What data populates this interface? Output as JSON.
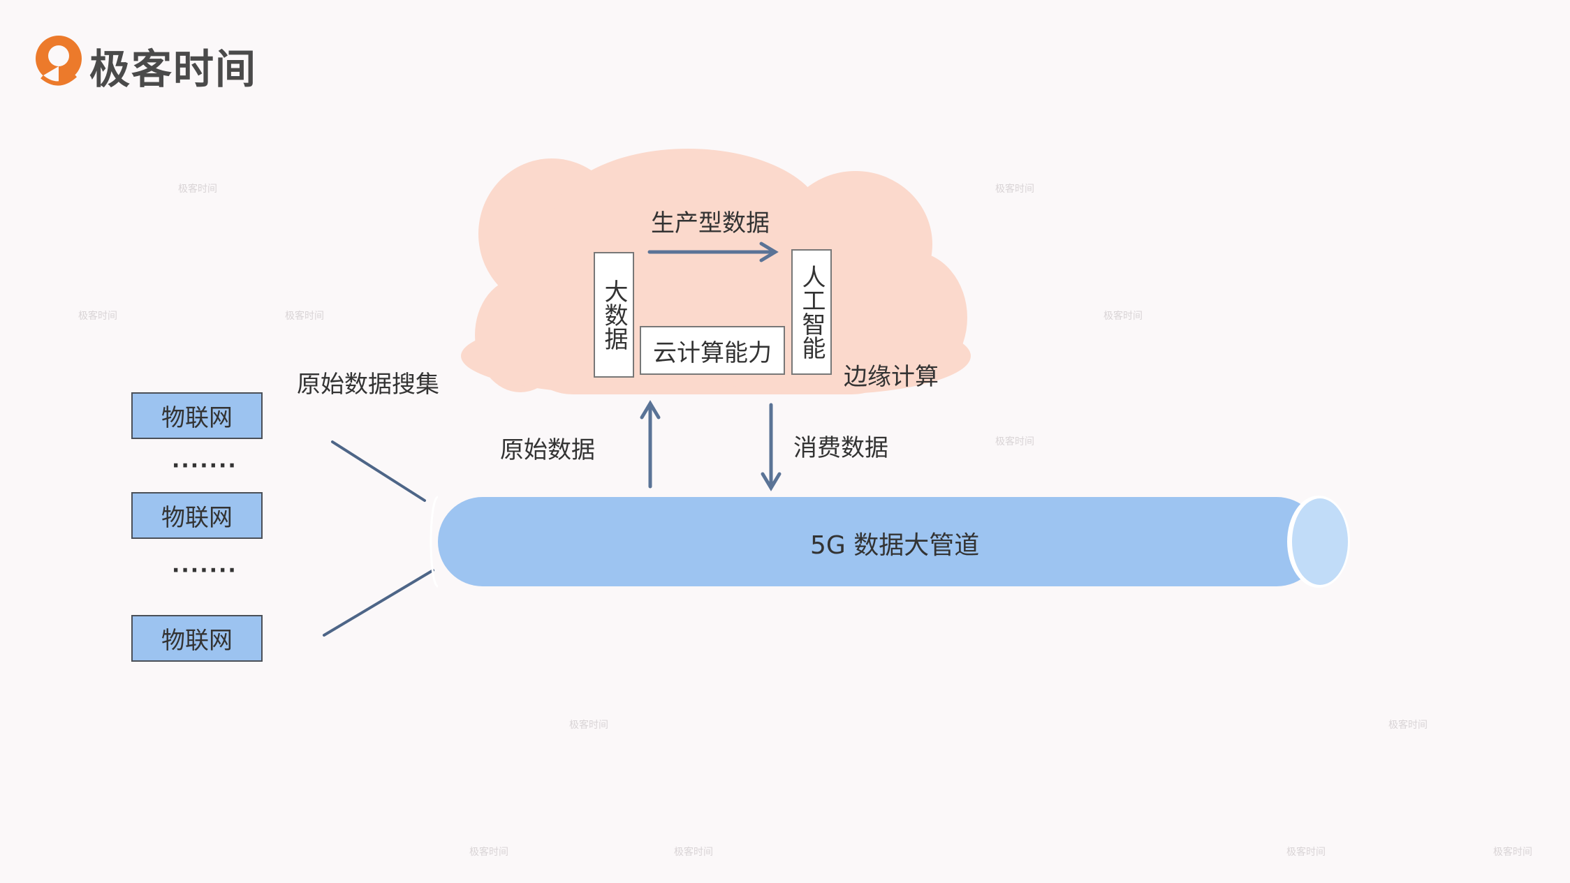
{
  "brand": {
    "logo_text": "极客时间",
    "color": "#ec7a2b"
  },
  "cloud": {
    "color": "#fbd9cc",
    "top_label": "生产型数据",
    "left_box": "大数据",
    "right_box": "人工智能",
    "bottom_box": "云计算能力",
    "edge_label": "边缘计算"
  },
  "flows": {
    "collect_label": "原始数据搜集",
    "raw_label": "原始数据",
    "consume_label": "消费数据",
    "arrow_color": "#5a7396"
  },
  "iot": {
    "items": [
      "物联网",
      "物联网",
      "物联网"
    ],
    "ellipsis": "·······",
    "box_color": "#9cc3f0"
  },
  "pipe": {
    "label": "5G 数据大管道",
    "color": "#9dc4f1",
    "end_color": "#c1dcf8"
  },
  "watermark": {
    "text": "极客时间"
  }
}
